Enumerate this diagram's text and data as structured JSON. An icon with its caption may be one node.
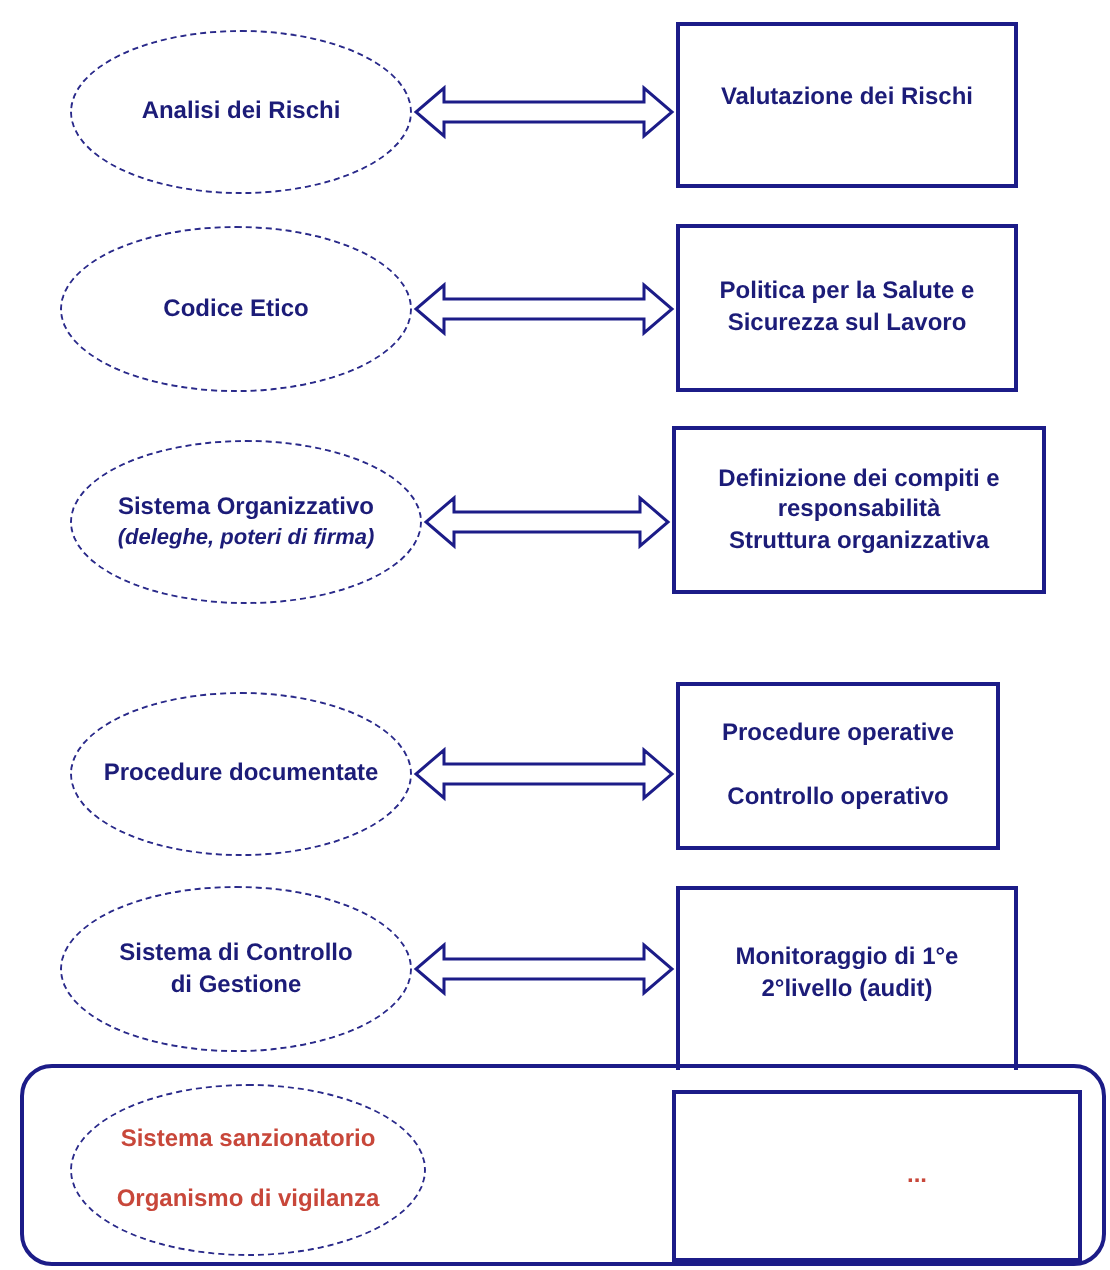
{
  "diagram": {
    "nodes": [
      {
        "text": [
          "Analisi dei Rischi"
        ]
      },
      {
        "text": [
          "Valutazione dei Rischi"
        ]
      },
      {
        "text": [
          "Codice Etico"
        ]
      },
      {
        "text": [
          "Politica per la Salute e Sicurezza sul Lavoro"
        ]
      },
      {
        "text": [
          "Sistema Organizzativo",
          "(deleghe, poteri di firma)"
        ]
      },
      {
        "text": [
          "Definizione dei compiti e responsabilità",
          "Struttura organizzativa"
        ]
      },
      {
        "text": [
          "Procedure documentate"
        ]
      },
      {
        "text": [
          "Procedure operative",
          "Controllo operativo"
        ]
      },
      {
        "text": [
          "Sistema di Controllo di Gestione"
        ]
      },
      {
        "text": [
          "Monitoraggio di 1°e 2°livello (audit)"
        ]
      },
      {
        "text": [],
        "shape": "box"
      },
      {
        "text": [
          "Sistema sanzionatorio",
          "Organismo di vigilanza"
        ],
        "in": 10
      },
      {
        "text": [
          "..."
        ],
        "in": 10
      }
    ],
    "edges": [
      {
        "from": 0,
        "to": 1,
        "arrow": "both"
      },
      {
        "from": 2,
        "to": 3,
        "arrow": "both"
      },
      {
        "from": 4,
        "to": 5,
        "arrow": "both"
      },
      {
        "from": 6,
        "to": 7,
        "arrow": "both"
      },
      {
        "from": 8,
        "to": 9,
        "arrow": "both"
      }
    ]
  }
}
